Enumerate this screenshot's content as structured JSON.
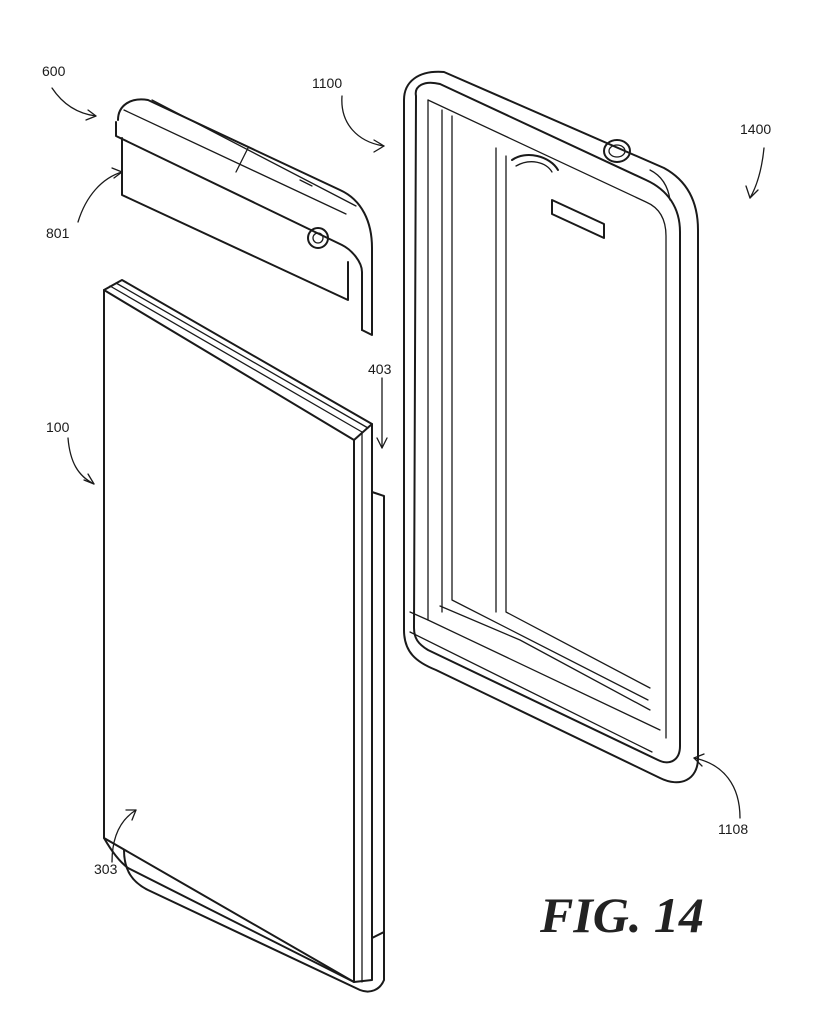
{
  "figure_label": "FIG. 14",
  "reference_labels": {
    "r600": "600",
    "r801": "801",
    "r1100": "1100",
    "r1400": "1400",
    "r403": "403",
    "r100": "100",
    "r303": "303",
    "r1108": "1108"
  },
  "colors": {
    "line": "#1a1a1a",
    "background": "#ffffff"
  }
}
